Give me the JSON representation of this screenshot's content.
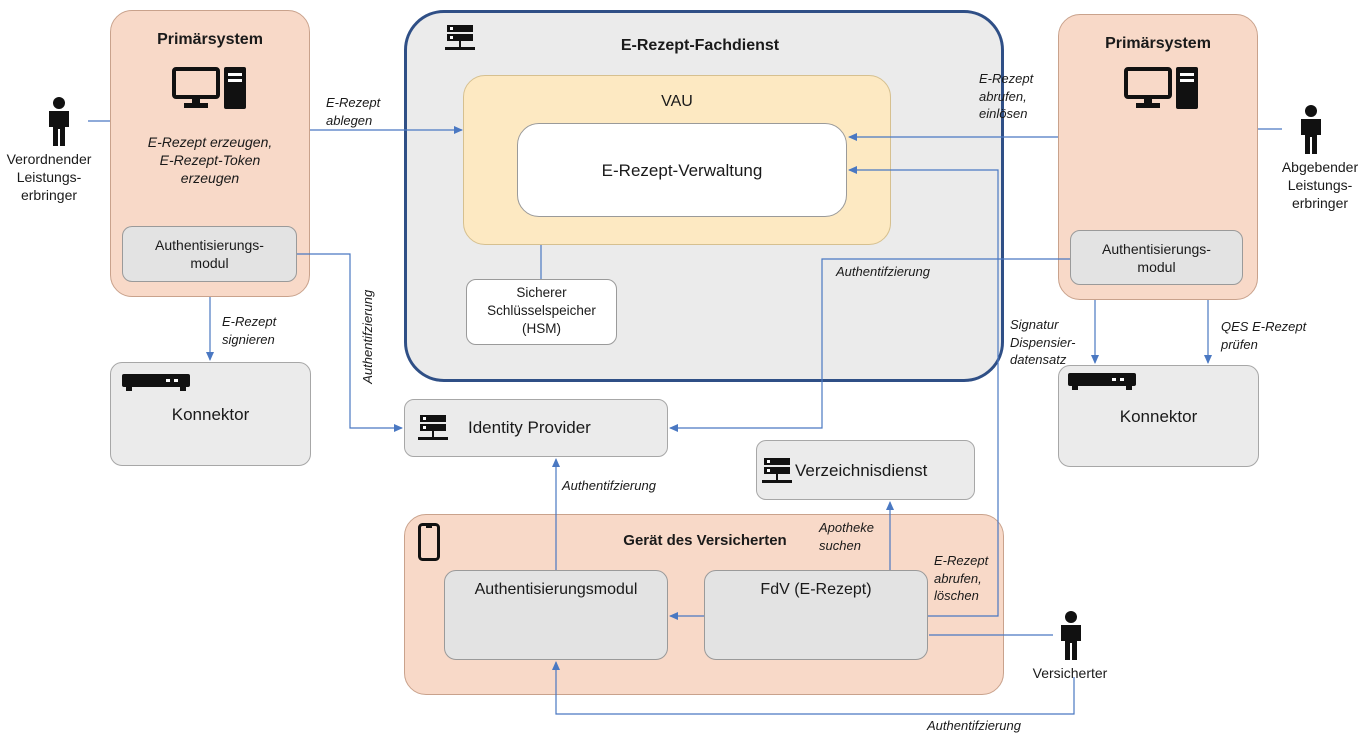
{
  "left_system": {
    "title": "Primärsystem",
    "action_line1": "E-Rezept erzeugen,",
    "action_line2": "E-Rezept-Token",
    "action_line3": "erzeugen",
    "auth_module_line1": "Authentisierungs-",
    "auth_module_line2": "modul"
  },
  "right_system": {
    "title": "Primärsystem",
    "auth_module_line1": "Authentisierungs-",
    "auth_module_line2": "modul"
  },
  "actors": {
    "prescriber_line1": "Verordnender",
    "prescriber_line2": "Leistungs-",
    "prescriber_line3": "erbringer",
    "dispenser_line1": "Abgebender",
    "dispenser_line2": "Leistungs-",
    "dispenser_line3": "erbringer",
    "insured": "Versicherter"
  },
  "fachdienst": {
    "title": "E-Rezept-Fachdienst",
    "vau": "VAU",
    "verwaltung": "E-Rezept-Verwaltung",
    "hsm_line1": "Sicherer",
    "hsm_line2": "Schlüsselspeicher",
    "hsm_line3": "(HSM)"
  },
  "konnektor_left": "Konnektor",
  "konnektor_right": "Konnektor",
  "identity_provider": "Identity Provider",
  "verzeichnisdienst": "Verzeichnisdienst",
  "device": {
    "title": "Gerät des Versicherten",
    "auth_module": "Authentisierungsmodul",
    "fdv": "FdV (E-Rezept)"
  },
  "edge_labels": {
    "ablegen_line1": "E-Rezept",
    "ablegen_line2": "ablegen",
    "abrufen_right_line1": "E-Rezept",
    "abrufen_right_line2": "abrufen,",
    "abrufen_right_line3": "einlösen",
    "signieren_line1": "E-Rezept",
    "signieren_line2": "signieren",
    "auth_vertical": "Authentifzierung",
    "auth_right": "Authentifzierung",
    "auth_idp": "Authentifzierung",
    "auth_bottom": "Authentifzierung",
    "signatur_line1": "Signatur",
    "signatur_line2": "Dispensier-",
    "signatur_line3": "datensatz",
    "qes_line1": "QES E-Rezept",
    "qes_line2": "prüfen",
    "apotheke_line1": "Apotheke",
    "apotheke_line2": "suchen",
    "abrufen_fdv_line1": "E-Rezept",
    "abrufen_fdv_line2": "abrufen,",
    "abrufen_fdv_line3": "löschen"
  },
  "colors": {
    "arrow": "#4a78c2",
    "fachdienst_border": "#2f4f86",
    "peach": "#f8d9c8",
    "vau": "#fde9c2"
  }
}
